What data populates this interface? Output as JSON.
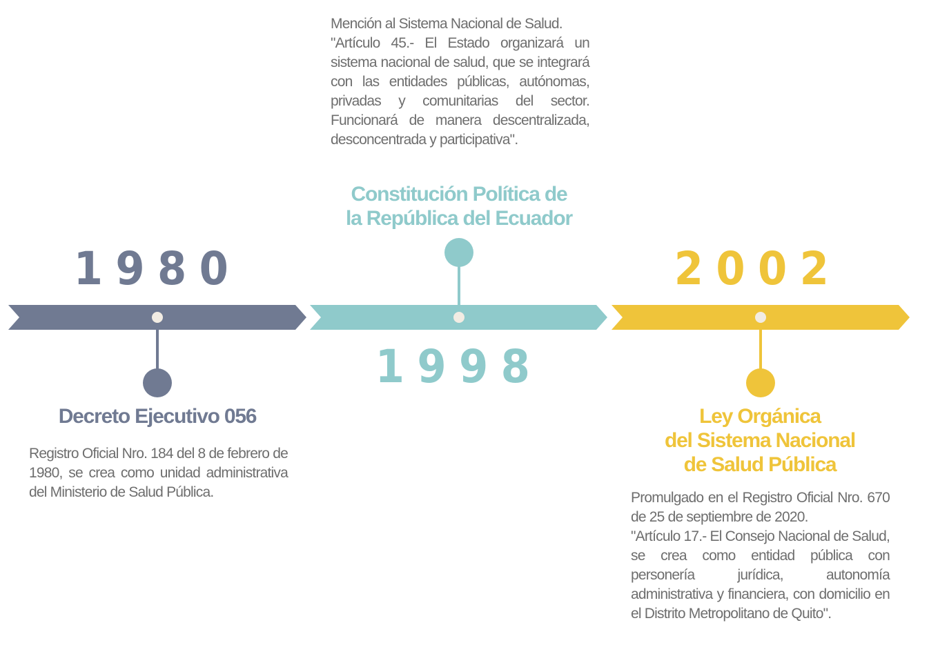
{
  "colors": {
    "slate": "#707a92",
    "teal": "#8fcacb",
    "gold": "#efc43a",
    "dot": "#f2ece3",
    "text": "#6e6e6e"
  },
  "events": [
    {
      "year": "1980",
      "title": "Decreto Ejecutivo 056",
      "description": "Registro Oficial Nro. 184 del 8 de febrero de 1980, se crea como unidad administrativa del Ministerio de Salud Pública."
    },
    {
      "year": "1998",
      "title": "Constitución Política de\nla República del Ecuador",
      "description": "Mención al Sistema Nacional de Salud.\n\"Artículo 45.- El Estado organizará un sistema nacional de salud, que se integrará con las entidades públicas, autónomas, privadas y comunitarias del sector. Funcionará de manera descentralizada, desconcentrada y participativa\"."
    },
    {
      "year": "2002",
      "title": "Ley Orgánica\ndel Sistema Nacional\nde Salud Pública",
      "description": "Promulgado en el Registro Oficial Nro. 670 de 25 de septiembre de 2020.\n\"Artículo 17.- El Consejo Nacional de Salud, se crea como entidad pública con personería jurídica, autonomía administrativa y financiera, con domicilio en el Distrito Metropolitano de Quito\"."
    }
  ]
}
